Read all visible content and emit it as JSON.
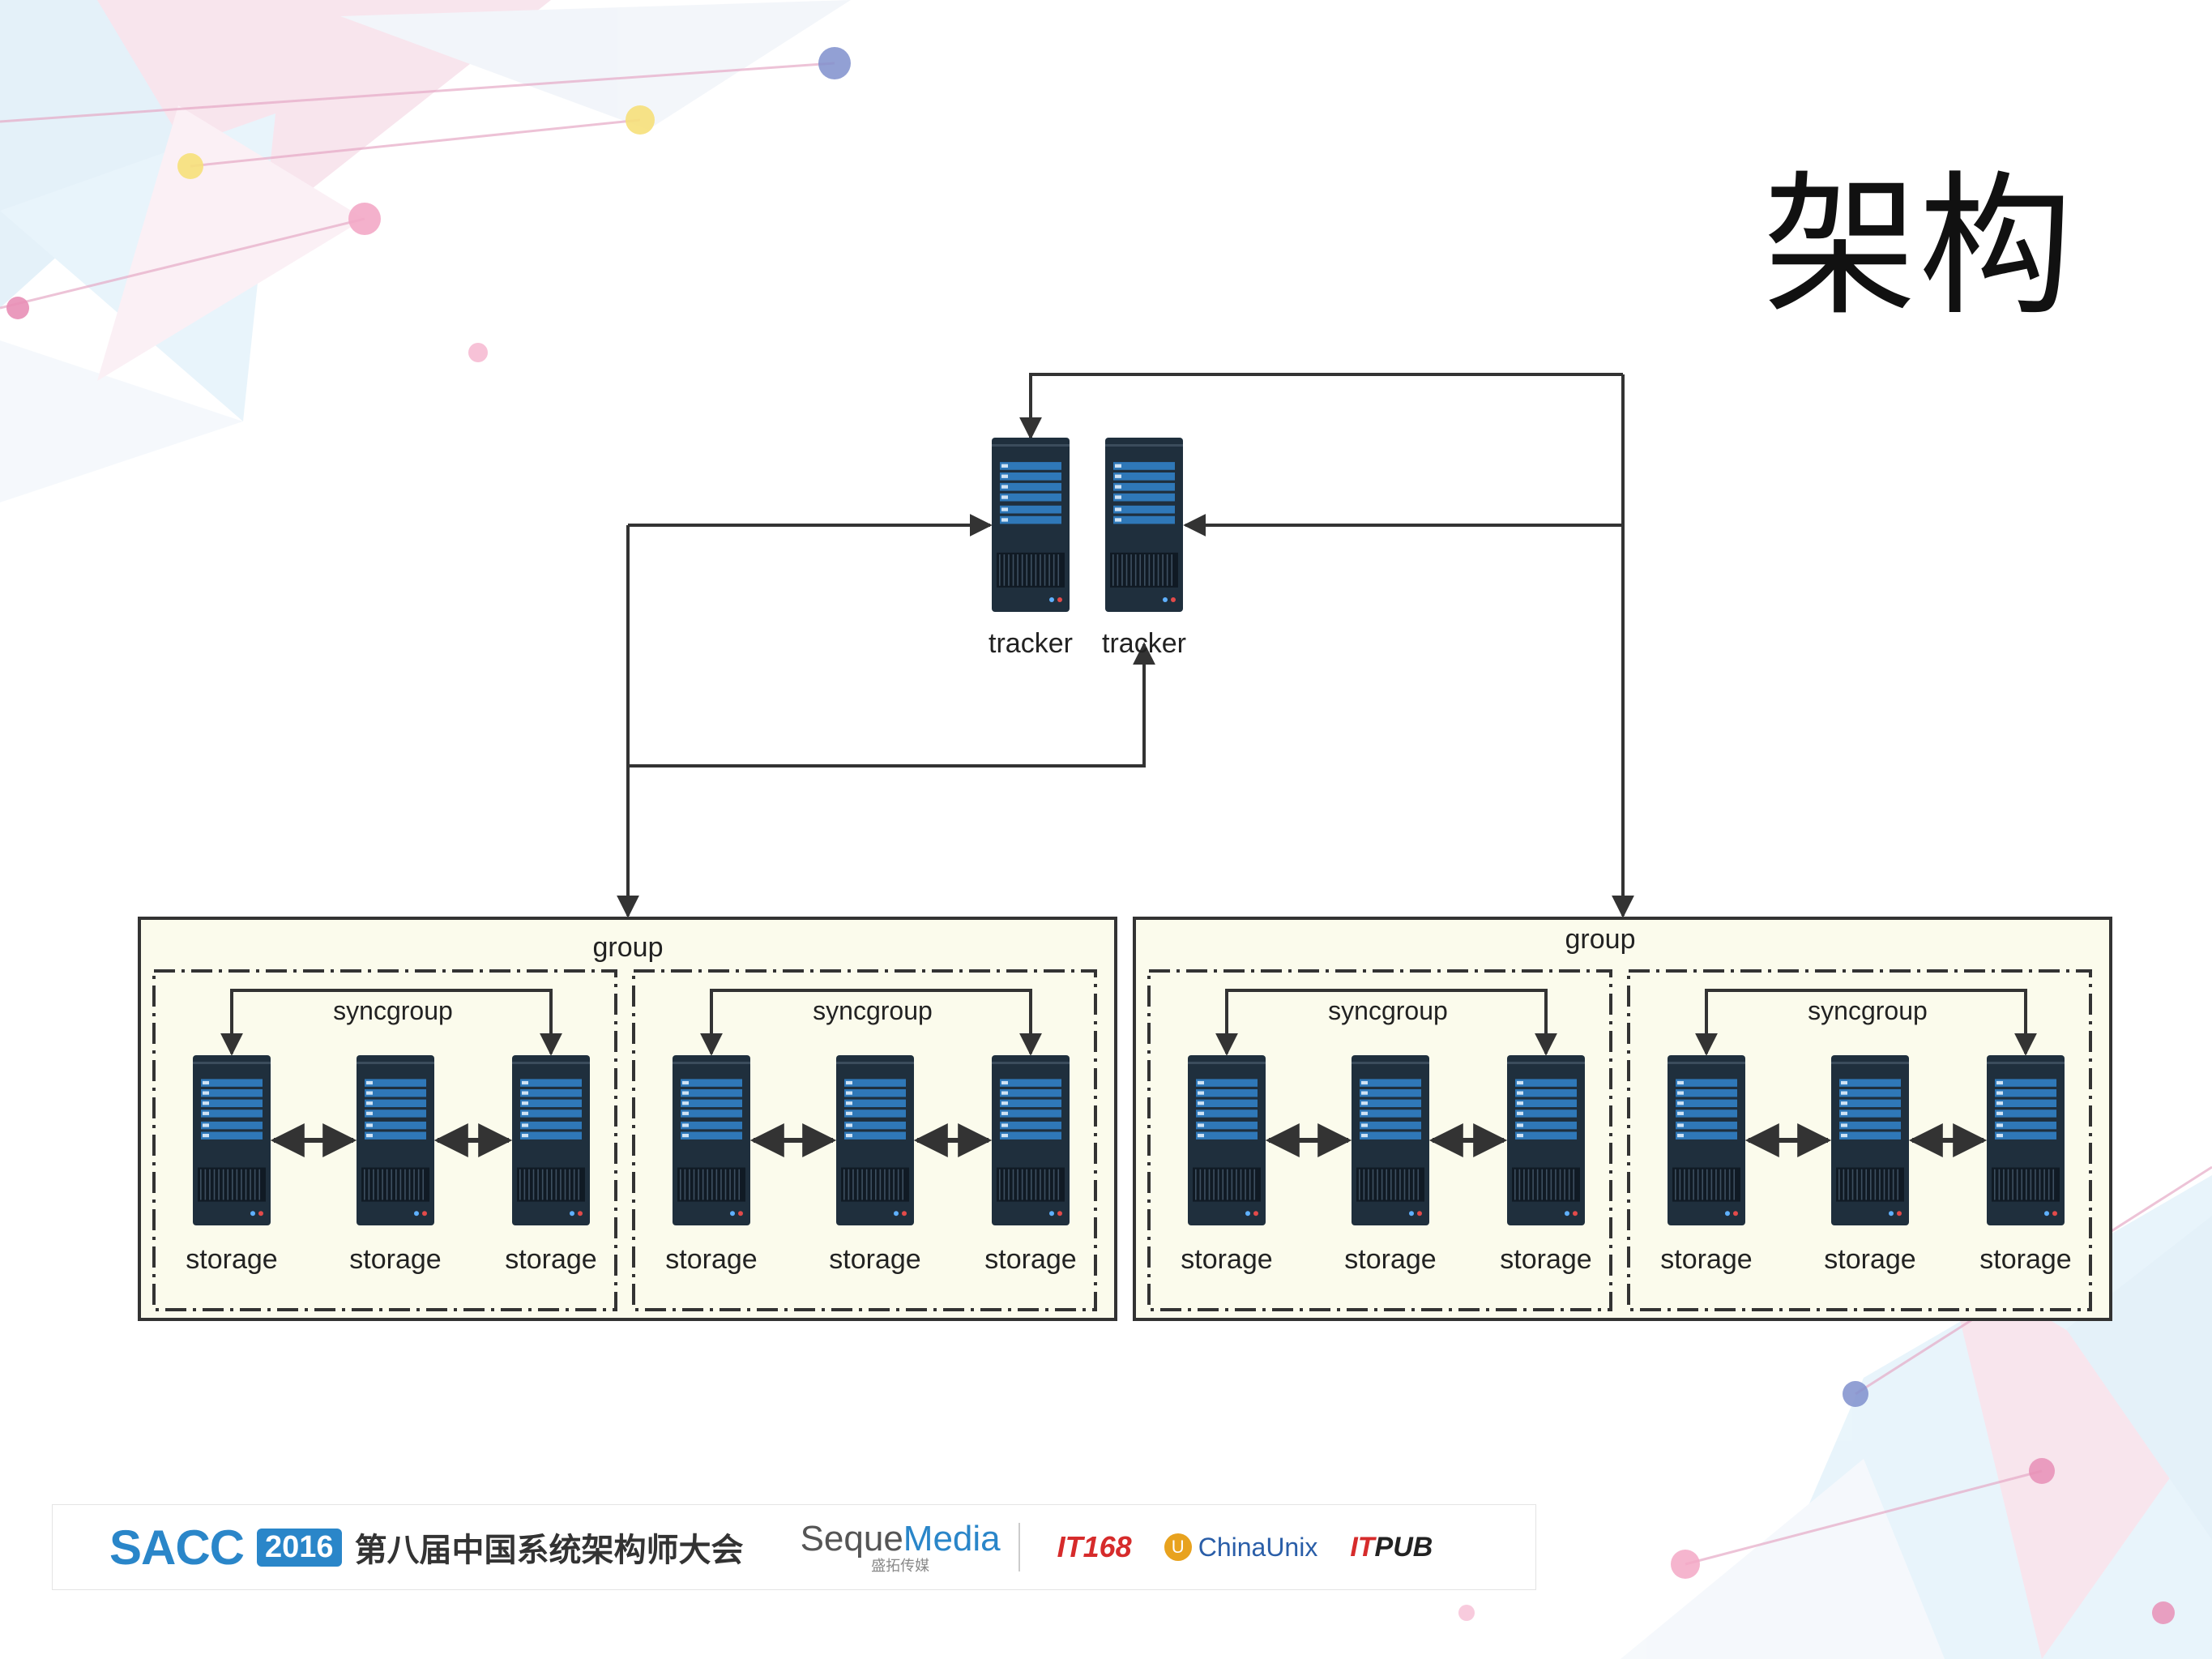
{
  "title": "架构",
  "diagram": {
    "trackers": [
      {
        "label": "tracker"
      },
      {
        "label": "tracker"
      }
    ],
    "groups": [
      {
        "label": "group",
        "syncgroups": [
          {
            "label": "syncgroup",
            "storages": [
              "storage",
              "storage",
              "storage"
            ]
          },
          {
            "label": "syncgroup",
            "storages": [
              "storage",
              "storage",
              "storage"
            ]
          }
        ]
      },
      {
        "label": "group",
        "syncgroups": [
          {
            "label": "syncgroup",
            "storages": [
              "storage",
              "storage",
              "storage"
            ]
          },
          {
            "label": "syncgroup",
            "storages": [
              "storage",
              "storage",
              "storage"
            ]
          }
        ]
      }
    ],
    "colors": {
      "server_body": "#1f2f3d",
      "server_bar": "#2f78b8",
      "group_fill": "#fbfbec",
      "line": "#333333"
    }
  },
  "footer": {
    "sacc": "SACC",
    "year": "2016",
    "conference": "第八届中国系统架构师大会",
    "seque_a": "Seque",
    "seque_b": "Media",
    "seque_sub": "盛拓传媒",
    "it168": "IT168",
    "chinaunix_icon": "U",
    "chinaunix": "ChinaUnix",
    "itpub_a": "IT",
    "itpub_b": "PUB"
  }
}
